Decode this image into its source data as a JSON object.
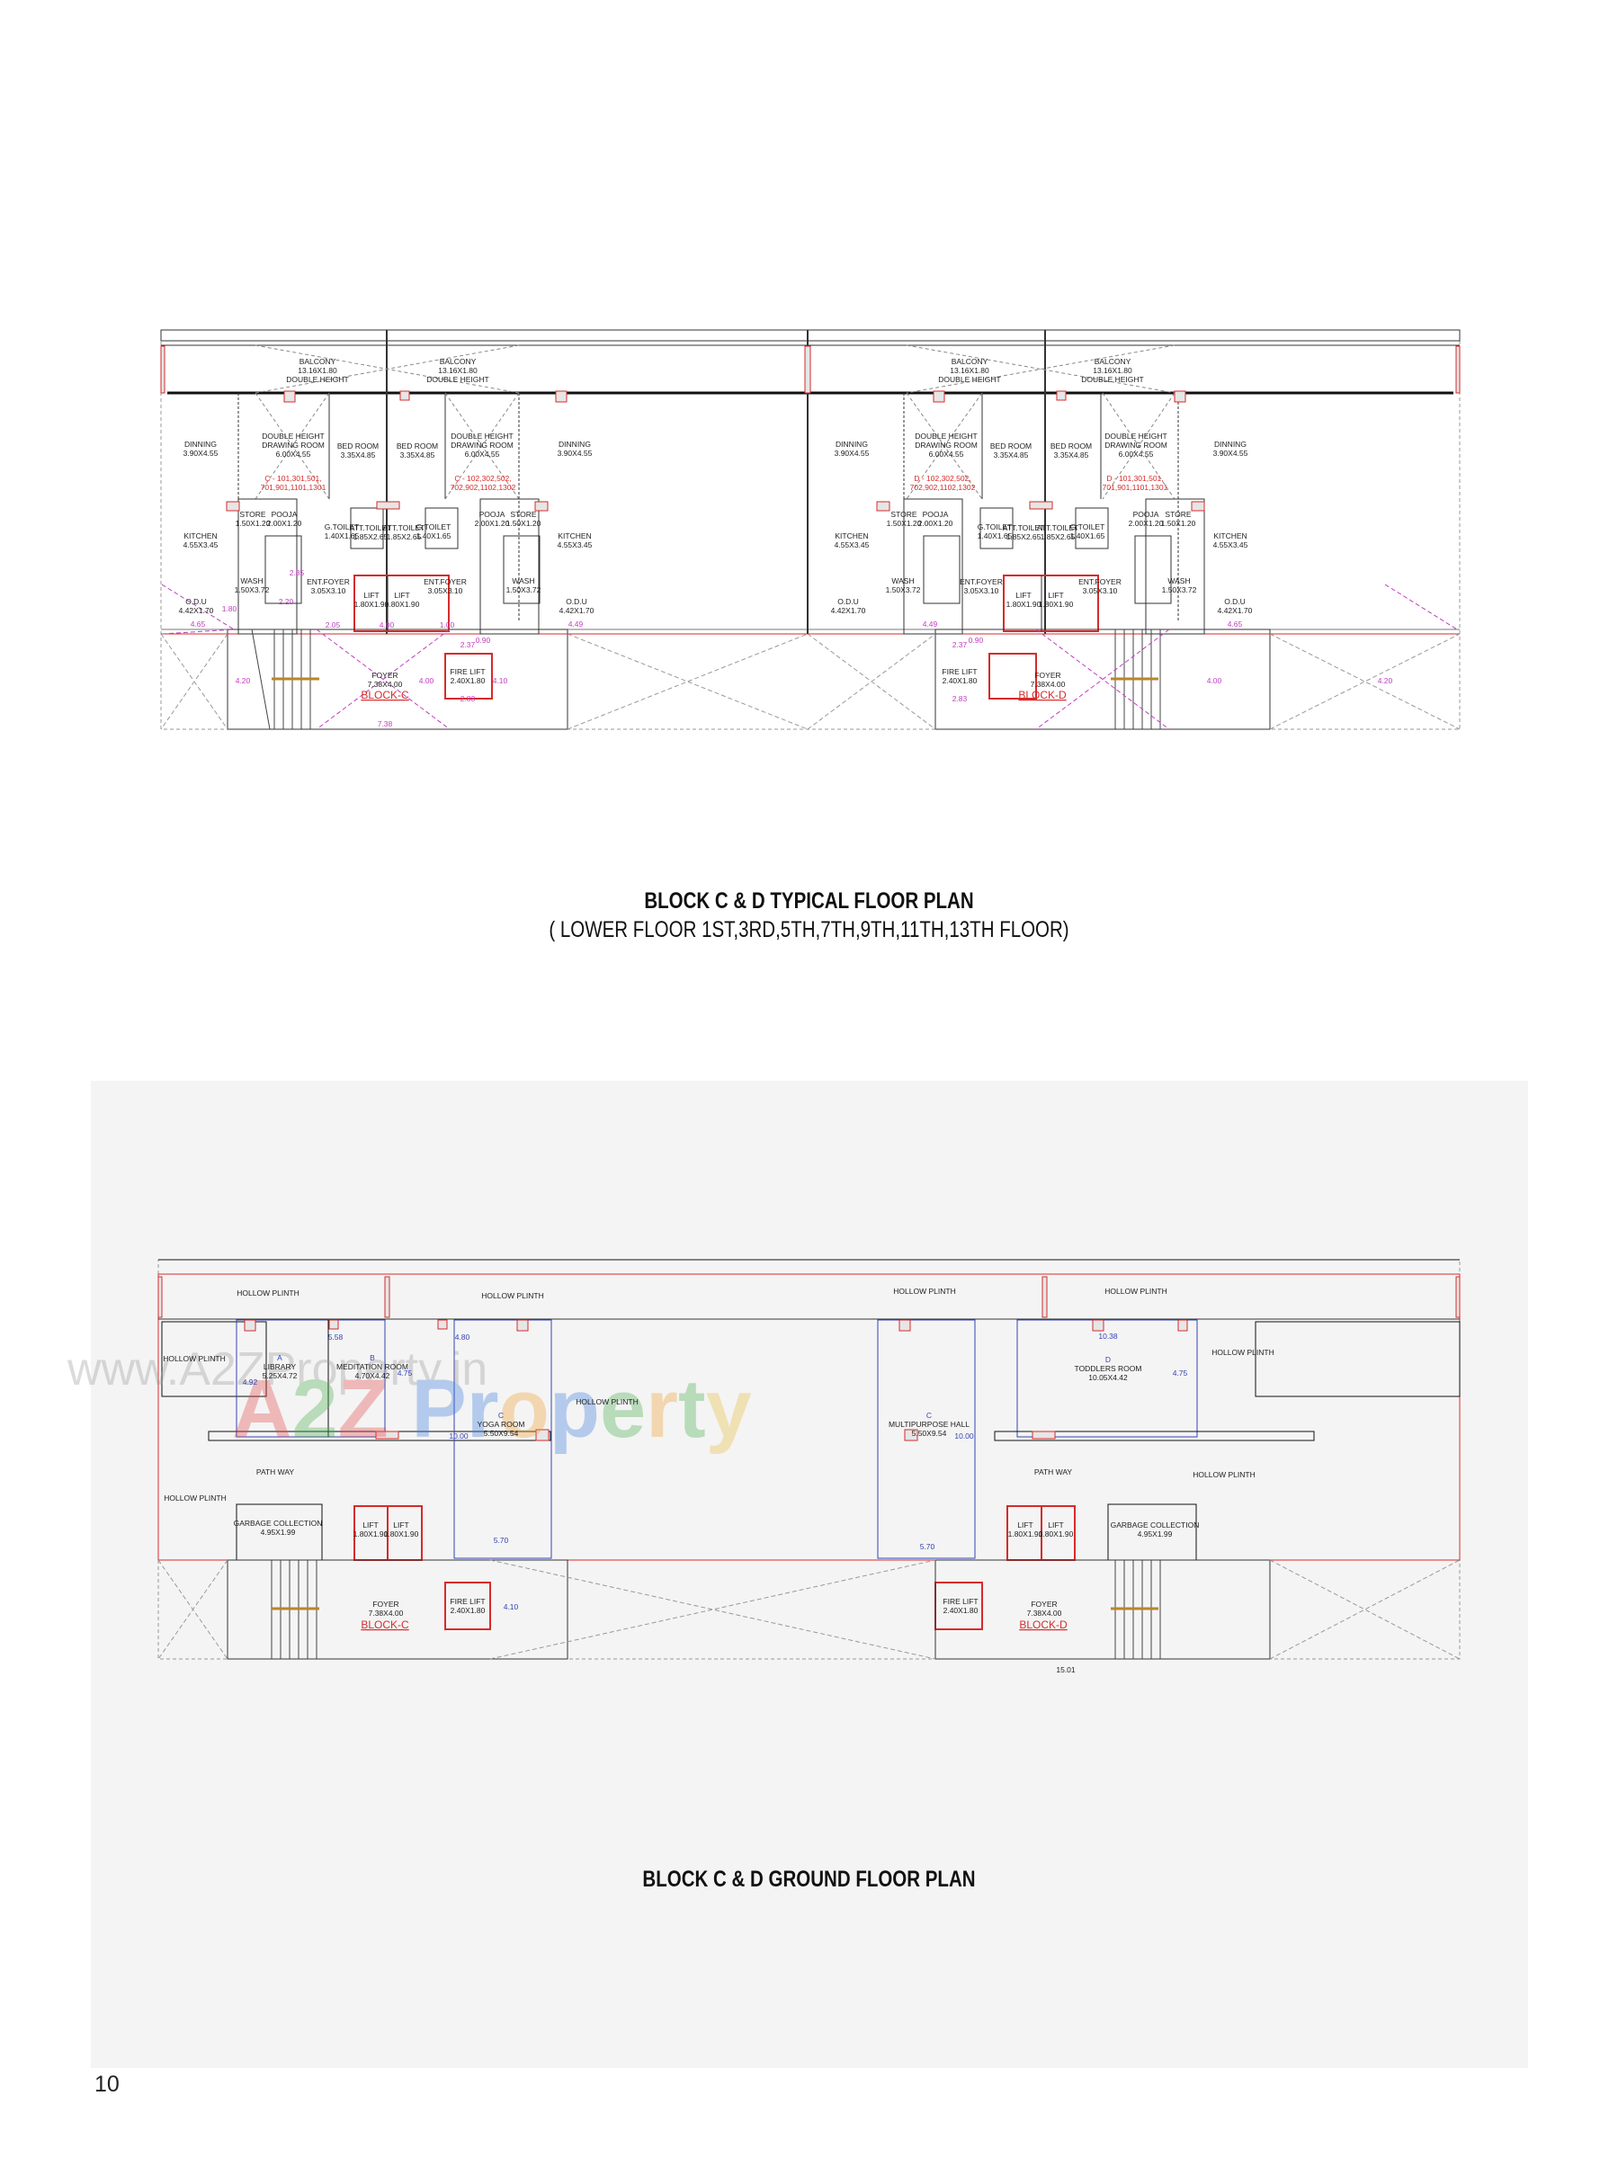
{
  "typical_plan": {
    "title": "BLOCK C & D TYPICAL FLOOR PLAN",
    "subtitle": "( LOWER FLOOR 1ST,3RD,5TH,7TH,9TH,11TH,13TH FLOOR)",
    "rooms": [
      [
        "BALCONY",
        "13.16X1.80",
        "DOUBLE HEIGHT"
      ],
      [
        "BALCONY",
        "13.16X1.80",
        "DOUBLE HEIGHT"
      ],
      [
        "DINNING",
        "3.90X4.55"
      ],
      [
        "DOUBLE HEIGHT",
        "DRAWING ROOM",
        "6.00X4.55"
      ],
      [
        "BED ROOM",
        "3.35X4.85"
      ],
      [
        "BED ROOM",
        "3.35X4.85"
      ],
      [
        "DOUBLE HEIGHT",
        "DRAWING ROOM",
        "6.00X4.55"
      ],
      [
        "DINNING",
        "3.90X4.55"
      ],
      [
        "STORE",
        "1.50X1.20"
      ],
      [
        "POOJA",
        "2.00X1.20"
      ],
      [
        "G.TOILET",
        "1.40X1.65"
      ],
      [
        "ATT.TOILET",
        "1.85X2.65"
      ],
      [
        "ATT.TOILET",
        "1.85X2.65"
      ],
      [
        "G.TOILET",
        "1.40X1.65"
      ],
      [
        "POOJA",
        "2.00X1.20"
      ],
      [
        "STORE",
        "1.50X1.20"
      ],
      [
        "KITCHEN",
        "4.55X3.45"
      ],
      [
        "KITCHEN",
        "4.55X3.45"
      ],
      [
        "WASH",
        "1.50X3.72"
      ],
      [
        "ENT.FOYER",
        "3.05X3.10"
      ],
      [
        "LIFT",
        "1.80X1.90"
      ],
      [
        "LIFT",
        "1.80X1.90"
      ],
      [
        "ENT.FOYER",
        "3.05X3.10"
      ],
      [
        "WASH",
        "1.50X3.72"
      ],
      [
        "O.D.U",
        "4.42X1.70"
      ],
      [
        "O.D.U",
        "4.42X1.70"
      ],
      [
        "FOYER",
        "7.38X4.00"
      ],
      [
        "FIRE LIFT",
        "2.40X1.80"
      ],
      [
        "BALCONY",
        "13.16X1.80",
        "DOUBLE HEIGHT"
      ],
      [
        "BALCONY",
        "13.16X1.80",
        "DOUBLE HEIGHT"
      ],
      [
        "DINNING",
        "3.90X4.55"
      ],
      [
        "DOUBLE HEIGHT",
        "DRAWING ROOM",
        "6.00X4.55"
      ],
      [
        "BED ROOM",
        "3.35X4.85"
      ],
      [
        "BED ROOM",
        "3.35X4.85"
      ],
      [
        "DOUBLE HEIGHT",
        "DRAWING ROOM",
        "6.00X4.55"
      ],
      [
        "DINNING",
        "3.90X4.55"
      ],
      [
        "STORE",
        "1.50X1.20"
      ],
      [
        "POOJA",
        "2.00X1.20"
      ],
      [
        "G.TOILET",
        "1.40X1.65"
      ],
      [
        "ATT.TOILET",
        "1.85X2.65"
      ],
      [
        "ATT.TOILET",
        "1.85X2.65"
      ],
      [
        "G.TOILET",
        "1.40X1.65"
      ],
      [
        "POOJA",
        "2.00X1.20"
      ],
      [
        "STORE",
        "1.50X1.20"
      ],
      [
        "KITCHEN",
        "4.55X3.45"
      ],
      [
        "KITCHEN",
        "4.55X3.45"
      ],
      [
        "WASH",
        "1.50X3.72"
      ],
      [
        "ENT.FOYER",
        "3.05X3.10"
      ],
      [
        "LIFT",
        "1.80X1.90"
      ],
      [
        "LIFT",
        "1.80X1.90"
      ],
      [
        "ENT.FOYER",
        "3.05X3.10"
      ],
      [
        "WASH",
        "1.50X3.72"
      ],
      [
        "O.D.U",
        "4.42X1.70"
      ],
      [
        "O.D.U",
        "4.42X1.70"
      ],
      [
        "FIRE LIFT",
        "2.40X1.80"
      ],
      [
        "FOYER",
        "7.38X4.00"
      ]
    ],
    "flat_labels": [
      [
        "C - 101,301,501,",
        "701,901,1101,1301"
      ],
      [
        "C - 102,302,502,",
        "702,902,1102,1302"
      ],
      [
        "D - 102,302,502,",
        "702,902,1102,1302"
      ],
      [
        "D - 101,301,501,",
        "701,901,1101,1301"
      ]
    ],
    "block_labels": [
      "BLOCK-C",
      "BLOCK-D"
    ],
    "dims": [
      "4.65",
      "1.80",
      "4.49",
      "4.20",
      "4.00",
      "7.38",
      "2.83",
      "4.10",
      "2.37",
      "0.90",
      "2.85",
      "2.20",
      "2.05",
      "4.00",
      "1.00",
      "4.49",
      "4.65",
      "4.20",
      "4.00",
      "2.83",
      "2.37",
      "0.90"
    ]
  },
  "ground_plan": {
    "title": "BLOCK C & D GROUND FLOOR PLAN",
    "rooms": [
      [
        "HOLLOW PLINTH"
      ],
      [
        "HOLLOW PLINTH"
      ],
      [
        "HOLLOW PLINTH"
      ],
      [
        "LIBRARY",
        "5.25X4.72"
      ],
      [
        "MEDITATION ROOM",
        "4.70X4.42"
      ],
      [
        "YOGA ROOM",
        "5.50X9.54"
      ],
      [
        "HOLLOW PLINTH"
      ],
      [
        "PATH WAY"
      ],
      [
        "HOLLOW PLINTH"
      ],
      [
        "GARBAGE COLLECTION",
        "4.95X1.99"
      ],
      [
        "LIFT",
        "1.80X1.90"
      ],
      [
        "LIFT",
        "1.80X1.90"
      ],
      [
        "FOYER",
        "7.38X4.00"
      ],
      [
        "FIRE LIFT",
        "2.40X1.80"
      ],
      [
        "HOLLOW PLINTH"
      ],
      [
        "HOLLOW PLINTH"
      ],
      [
        "MULTIPURPOSE HALL",
        "5.50X9.54"
      ],
      [
        "TODDLERS ROOM",
        "10.05X4.42"
      ],
      [
        "HOLLOW PLINTH"
      ],
      [
        "PATH WAY"
      ],
      [
        "HOLLOW PLINTH"
      ],
      [
        "LIFT",
        "1.80X1.90"
      ],
      [
        "LIFT",
        "1.80X1.90"
      ],
      [
        "GARBAGE COLLECTION",
        "4.95X1.99"
      ],
      [
        "FIRE LIFT",
        "2.40X1.80"
      ],
      [
        "FOYER",
        "7.38X4.00"
      ]
    ],
    "room_letters": [
      "A",
      "B",
      "C",
      "C",
      "D"
    ],
    "dims": [
      "5.58",
      "4.80",
      "4.92",
      "4.75",
      "10.00",
      "5.70",
      "5.70",
      "10.00",
      "10.38",
      "4.75",
      "4.10",
      "15.01"
    ],
    "block_labels": [
      "BLOCK-C",
      "BLOCK-D"
    ]
  },
  "watermark": {
    "url_text": "www.A2ZProperty.in",
    "logo_text": "A2Z Property"
  },
  "page_number": "10",
  "colors": {
    "wall_red": "#d62b2b",
    "dimension_magenta": "#c03fc0",
    "dimension_blue": "#3444b4",
    "panel_gray": "#f4f4f4"
  }
}
